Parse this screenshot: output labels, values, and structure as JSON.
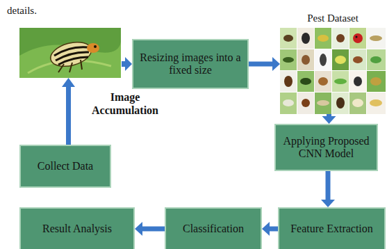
{
  "diagram": {
    "nodes": [
      {
        "text": [
          "Collect Data"
        ]
      },
      {
        "text": [
          "Resizing images into a fixed size"
        ]
      },
      {
        "text": [
          "Pest Dataset"
        ]
      },
      {
        "text": [
          "Applying Proposed CNN Model"
        ]
      },
      {
        "text": [
          "Feature Extraction"
        ]
      },
      {
        "text": [
          "Classification"
        ]
      },
      {
        "text": [
          "Result Analysis"
        ]
      }
    ],
    "edges": [
      {
        "from": 1,
        "to": 2,
        "arrow": "to"
      },
      {
        "from": 2,
        "to": 3,
        "arrow": "to"
      },
      {
        "from": 3,
        "to": 4,
        "arrow": "to"
      },
      {
        "from": 4,
        "to": 5,
        "arrow": "to"
      },
      {
        "from": 5,
        "to": 6,
        "arrow": "to"
      }
    ],
    "labels": [
      "details.",
      "Image Accumulation"
    ]
  }
}
